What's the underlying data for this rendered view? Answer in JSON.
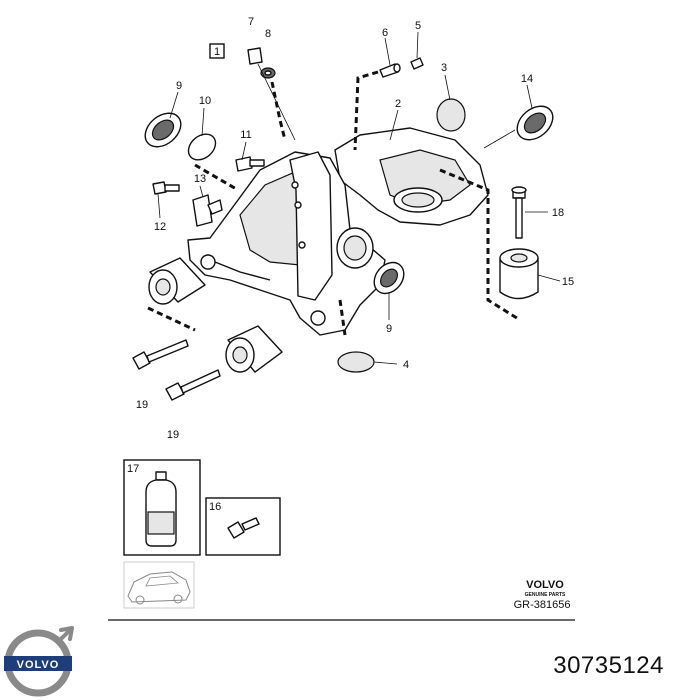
{
  "diagram": {
    "frame_label": "1",
    "callouts": [
      "7",
      "8",
      "5",
      "6",
      "3",
      "2",
      "14",
      "9",
      "10",
      "11",
      "13",
      "12",
      "18",
      "15",
      "9",
      "4",
      "19",
      "19",
      "17",
      "16"
    ],
    "brand": {
      "name": "VOLVO",
      "subtitle": "GENUINE PARTS",
      "drawing_ref": "GR-381656"
    },
    "logo": {
      "name": "VOLVO",
      "icon": "volvo-iron-mark-icon",
      "ring_color": "#8a8a8a",
      "plate_color": "#1e3e7a"
    },
    "part_number": "30735124"
  }
}
